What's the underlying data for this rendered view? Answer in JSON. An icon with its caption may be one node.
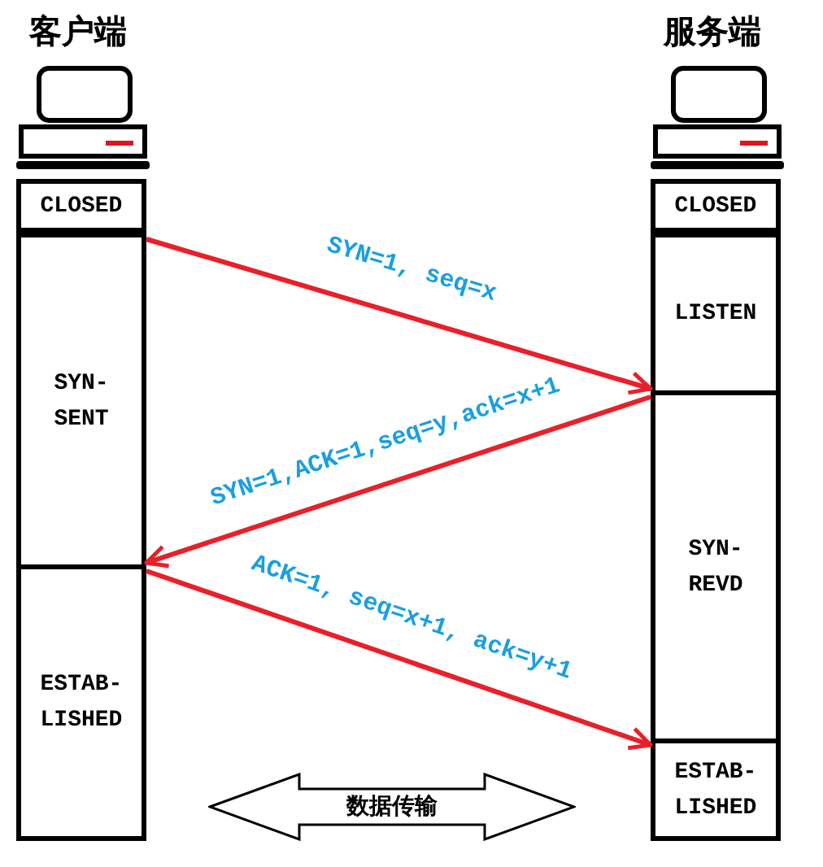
{
  "diagram": {
    "nodes": [
      {
        "text": [
          "CLOSED"
        ]
      },
      {
        "text": [
          "SYN- SENT"
        ]
      },
      {
        "text": [
          "ESTAB- LISHED"
        ]
      },
      {
        "text": [
          "CLOSED"
        ]
      },
      {
        "text": [
          "LISTEN"
        ]
      },
      {
        "text": [
          "SYN- REVD"
        ]
      },
      {
        "text": [
          "ESTAB- LISHED"
        ]
      },
      {
        "text": [
          "数据传输"
        ]
      }
    ],
    "edges": [
      {
        "from": 1,
        "to": 4,
        "arrow": "to",
        "label": "SYN=1, seq=x"
      },
      {
        "from": 5,
        "to": 1,
        "arrow": "to",
        "label": "SYN=1,ACK=1,seq=y,ack=x+1"
      },
      {
        "from": 2,
        "to": 6,
        "arrow": "to",
        "label": "ACK=1, seq=x+1, ack=y+1"
      }
    ],
    "labels": [
      "客户端",
      "服务端"
    ]
  }
}
